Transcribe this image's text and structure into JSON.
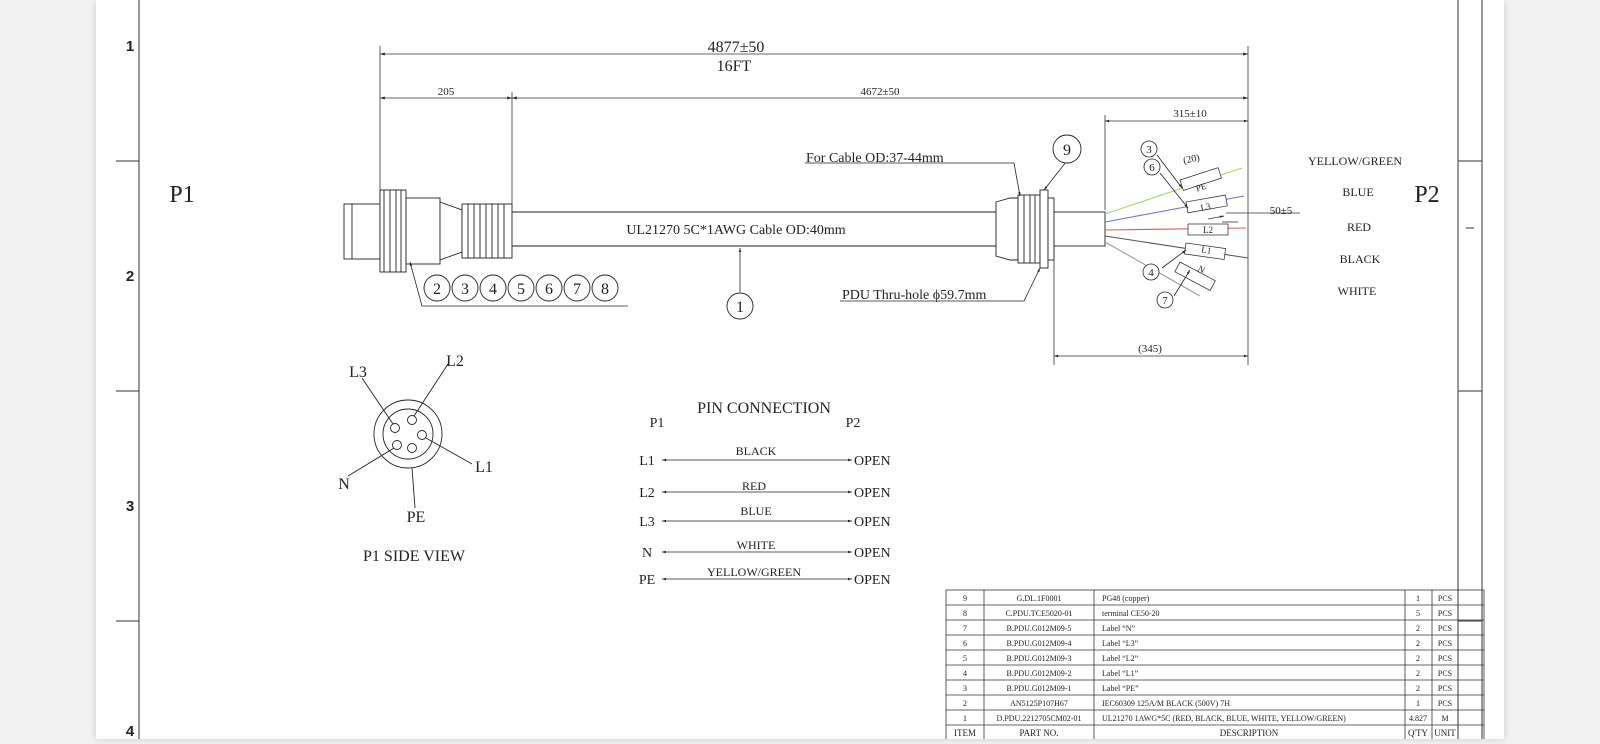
{
  "zones": [
    "1",
    "2",
    "3",
    "4"
  ],
  "ends": {
    "left": "P1",
    "right": "P2"
  },
  "dims": {
    "overall": "4877±50",
    "overall_ft": "16FT",
    "plug": "205",
    "cable": "4672±50",
    "strip": "315±10",
    "label_pos": "(20)",
    "offset": "50±5",
    "tail": "(345)"
  },
  "cable_spec": "UL21270 5C*1AWG  Cable OD:40mm",
  "gland_note": "For Cable OD:37-44mm",
  "hole_note": "PDU Thru-hole ϕ59.7mm",
  "balloons": [
    "1",
    "2",
    "3",
    "4",
    "5",
    "6",
    "7",
    "8",
    "9"
  ],
  "wire_labels": [
    "PE",
    "L3",
    "L2",
    "L1",
    "N"
  ],
  "wire_colors": [
    "YELLOW/GREEN",
    "BLUE",
    "RED",
    "BLACK",
    "WHITE"
  ],
  "side_view": {
    "title": "P1 SIDE VIEW",
    "pins": [
      "L3",
      "L2",
      "L1",
      "N",
      "PE"
    ]
  },
  "pin_connection": {
    "title": "PIN CONNECTION",
    "left_header": "P1",
    "right_header": "P2",
    "rows": [
      {
        "pin": "L1",
        "color": "BLACK",
        "to": "OPEN"
      },
      {
        "pin": "L2",
        "color": "RED",
        "to": "OPEN"
      },
      {
        "pin": "L3",
        "color": "BLUE",
        "to": "OPEN"
      },
      {
        "pin": "N",
        "color": "WHITE",
        "to": "OPEN"
      },
      {
        "pin": "PE",
        "color": "YELLOW/GREEN",
        "to": "OPEN"
      }
    ]
  },
  "bom": {
    "headers": [
      "ITEM",
      "PART NO.",
      "DESCRIPTION",
      "Q'TY",
      "UNIT"
    ],
    "rows": [
      [
        "9",
        "G.DL.1F0001",
        "PG48 (copper)",
        "1",
        "PCS"
      ],
      [
        "8",
        "C.PDU.TCE5020-01",
        "terminal  CE50-20",
        "5",
        "PCS"
      ],
      [
        "7",
        "B.PDU.G012M09-5",
        "Label “N”",
        "2",
        "PCS"
      ],
      [
        "6",
        "B.PDU.G012M09-4",
        "Label “L3”",
        "2",
        "PCS"
      ],
      [
        "5",
        "B.PDU.G012M09-3",
        "Label “L2”",
        "2",
        "PCS"
      ],
      [
        "4",
        "B.PDU.G012M09-2",
        "Label “L1”",
        "2",
        "PCS"
      ],
      [
        "3",
        "B.PDU.G012M09-1",
        "Label “PE”",
        "2",
        "PCS"
      ],
      [
        "2",
        "AN5125P107H67",
        "IEC60309 125A/M  BLACK (500V) 7H",
        "1",
        "PCS"
      ],
      [
        "1",
        "D.PDU.2212705CM02-01",
        "UL21270 1AWG*5C (RED, BLACK, BLUE, WHITE, YELLOW/GREEN)",
        "4.827",
        "M"
      ]
    ]
  },
  "colors": {
    "line": "#222222",
    "wire_yellow_green": "#a8d66a",
    "wire_blue": "#7a74c6",
    "wire_red": "#d75a5a",
    "wire_black": "#555555",
    "wire_white": "#9a9a9a"
  }
}
